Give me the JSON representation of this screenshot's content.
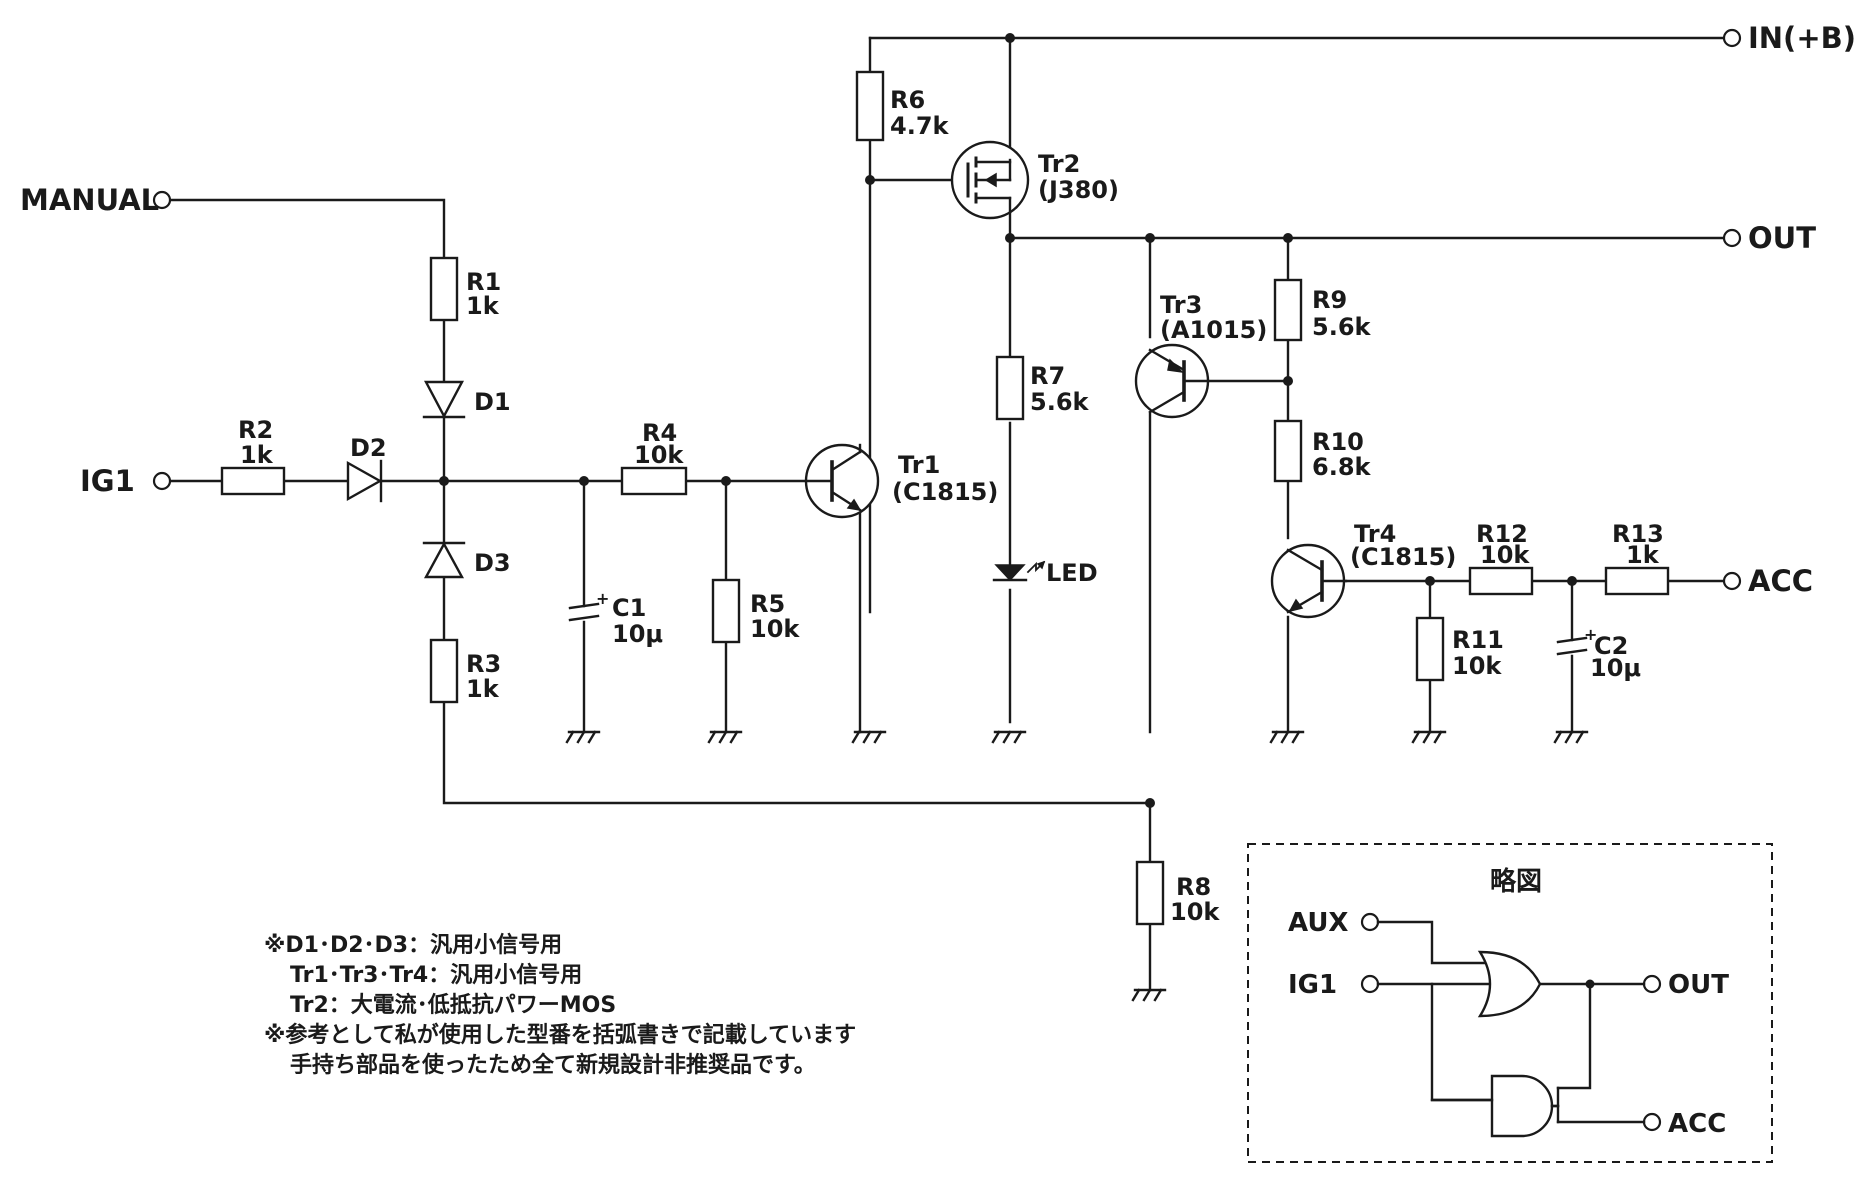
{
  "ports": {
    "in_b": "IN(+B)",
    "manual": "MANUAL",
    "ig1": "IG1",
    "out": "OUT",
    "acc": "ACC"
  },
  "components": {
    "r1": {
      "ref": "R1",
      "value": "1k"
    },
    "r2": {
      "ref": "R2",
      "value": "1k"
    },
    "r3": {
      "ref": "R3",
      "value": "1k"
    },
    "r4": {
      "ref": "R4",
      "value": "10k"
    },
    "r5": {
      "ref": "R5",
      "value": "10k"
    },
    "r6": {
      "ref": "R6",
      "value": "4.7k"
    },
    "r7": {
      "ref": "R7",
      "value": "5.6k"
    },
    "r8": {
      "ref": "R8",
      "value": "10k"
    },
    "r9": {
      "ref": "R9",
      "value": "5.6k"
    },
    "r10": {
      "ref": "R10",
      "value": "6.8k"
    },
    "r11": {
      "ref": "R11",
      "value": "10k"
    },
    "r12": {
      "ref": "R12",
      "value": "10k"
    },
    "r13": {
      "ref": "R13",
      "value": "1k"
    },
    "c1": {
      "ref": "C1",
      "value": "10μ"
    },
    "c2": {
      "ref": "C2",
      "value": "10μ"
    },
    "d1": {
      "ref": "D1"
    },
    "d2": {
      "ref": "D2"
    },
    "d3": {
      "ref": "D3"
    },
    "led": {
      "ref": "LED"
    },
    "tr1": {
      "ref": "Tr1",
      "part": "(C1815)"
    },
    "tr2": {
      "ref": "Tr2",
      "part": "(J380)"
    },
    "tr3": {
      "ref": "Tr3",
      "part": "(A1015)"
    },
    "tr4": {
      "ref": "Tr4",
      "part": "(C1815)"
    }
  },
  "notes": [
    "※D1･D2･D3：汎用小信号用",
    "Tr1･Tr3･Tr4：汎用小信号用",
    "Tr2：大電流･低抵抗パワーMOS",
    "※参考として私が使用した型番を括弧書きで記載しています",
    "手持ち部品を使ったため全て新規設計非推奨品です。"
  ],
  "summary": {
    "title": "略図",
    "aux": "AUX",
    "ig1": "IG1",
    "out": "OUT",
    "acc": "ACC"
  }
}
